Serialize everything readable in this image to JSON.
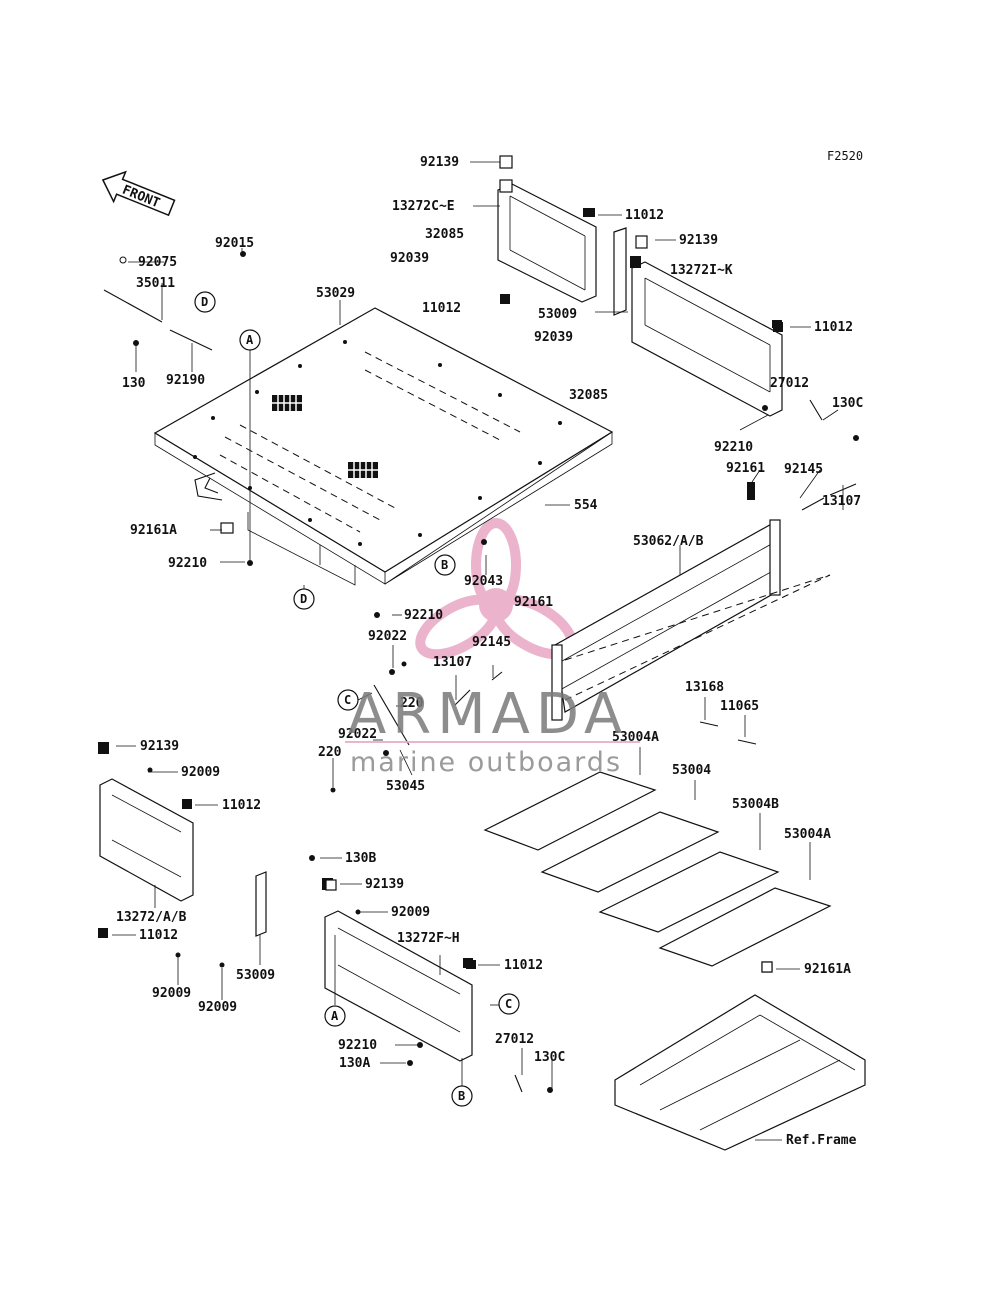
{
  "figure": {
    "code": "F2520",
    "front_label": "FRONT"
  },
  "watermark": {
    "title": "ARMADA",
    "subtitle": "marine outboards",
    "accent_color": "#e8a6c4"
  },
  "parts": {
    "p92139_top": "92139",
    "p13272C_E": "13272C~E",
    "p11012_a": "11012",
    "p32085_a": "32085",
    "p92039_a": "92039",
    "p92139_b": "92139",
    "p11012_b": "11012",
    "p13272I_K": "13272I~K",
    "p53009_a": "53009",
    "p11012_c": "11012",
    "p92039_b": "92039",
    "p32085_b": "32085",
    "p27012_a": "27012",
    "p130C_a": "130C",
    "p92210_a": "92210",
    "p92161_a": "92161",
    "p92145_a": "92145",
    "p13107_a": "13107",
    "p92075": "92075",
    "p92015": "92015",
    "p35011": "35011",
    "p53029": "53029",
    "p130": "130",
    "p92190": "92190",
    "p554": "554",
    "p92161A_a": "92161A",
    "p92210_b": "92210",
    "p53062": "53062/A/B",
    "p92043": "92043",
    "p92161_b": "92161",
    "p92210_c": "92210",
    "p92022_a": "92022",
    "p92145_b": "92145",
    "p13107_b": "13107",
    "p220_a": "220",
    "p92022_b": "92022",
    "p220_b": "220",
    "p53045": "53045",
    "p13168": "13168",
    "p11065": "11065",
    "p53004A_a": "53004A",
    "p53004": "53004",
    "p53004B": "53004B",
    "p53004A_b": "53004A",
    "p92139_c": "92139",
    "p92009_a": "92009",
    "p11012_d": "11012",
    "p13272AB": "13272/A/B",
    "p11012_e": "11012",
    "p92009_b": "92009",
    "p92009_c": "92009",
    "p53009_b": "53009",
    "p130B": "130B",
    "p92139_d": "92139",
    "p92009_d": "92009",
    "p13272F_H": "13272F~H",
    "p11012_f": "11012",
    "p27012_b": "27012",
    "p92210_d": "92210",
    "p130A": "130A",
    "p130C_b": "130C",
    "p92161A_b": "92161A",
    "ref_frame": "Ref.Frame"
  },
  "callouts": {
    "A1": "A",
    "A2": "A",
    "B1": "B",
    "B2": "B",
    "C1": "C",
    "C2": "C",
    "D1": "D",
    "D2": "D"
  }
}
